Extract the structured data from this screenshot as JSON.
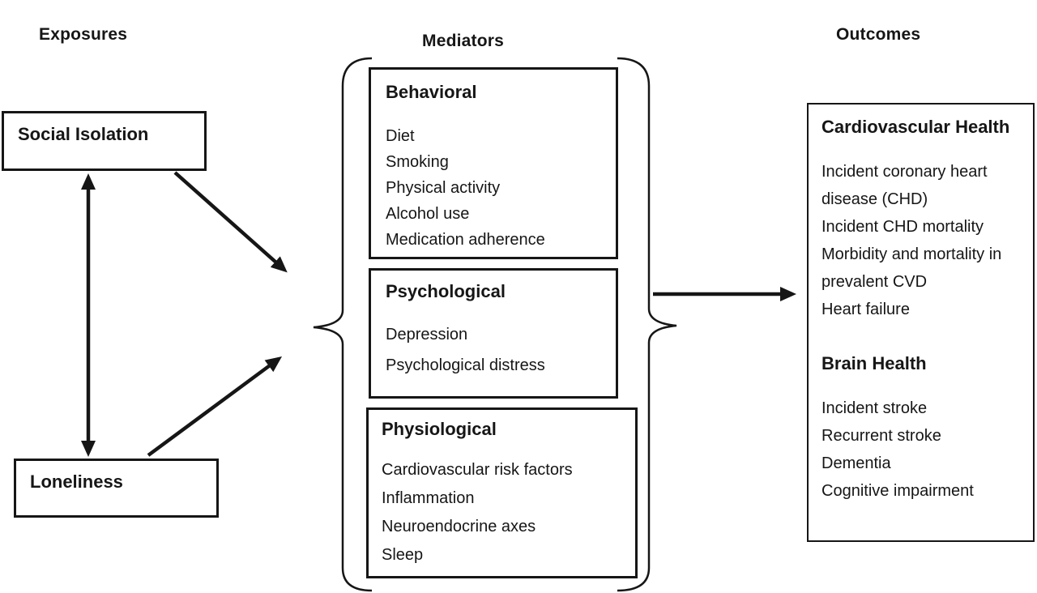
{
  "colors": {
    "ink": "#161616",
    "background": "#ffffff"
  },
  "headings": {
    "exposures": "Exposures",
    "mediators": "Mediators",
    "outcomes": "Outcomes"
  },
  "exposures": {
    "social_isolation": {
      "label": "Social Isolation"
    },
    "loneliness": {
      "label": "Loneliness"
    }
  },
  "mediators": {
    "behavioral": {
      "title": "Behavioral",
      "items": [
        "Diet",
        "Smoking",
        "Physical activity",
        "Alcohol use",
        "Medication adherence"
      ]
    },
    "psychological": {
      "title": "Psychological",
      "items": [
        "Depression",
        "Psychological distress"
      ]
    },
    "physiological": {
      "title": "Physiological",
      "items": [
        "Cardiovascular risk factors",
        "Inflammation",
        "Neuroendocrine axes",
        "Sleep"
      ]
    }
  },
  "outcomes": {
    "cardiovascular": {
      "title": "Cardiovascular Health",
      "items": [
        "Incident coronary heart disease (CHD)",
        "Incident CHD mortality",
        "Morbidity and mortality in prevalent CVD",
        "Heart failure"
      ]
    },
    "brain": {
      "title": "Brain Health",
      "items": [
        "Incident stroke",
        "Recurrent stroke",
        "Dementia",
        "Cognitive impairment"
      ]
    }
  }
}
